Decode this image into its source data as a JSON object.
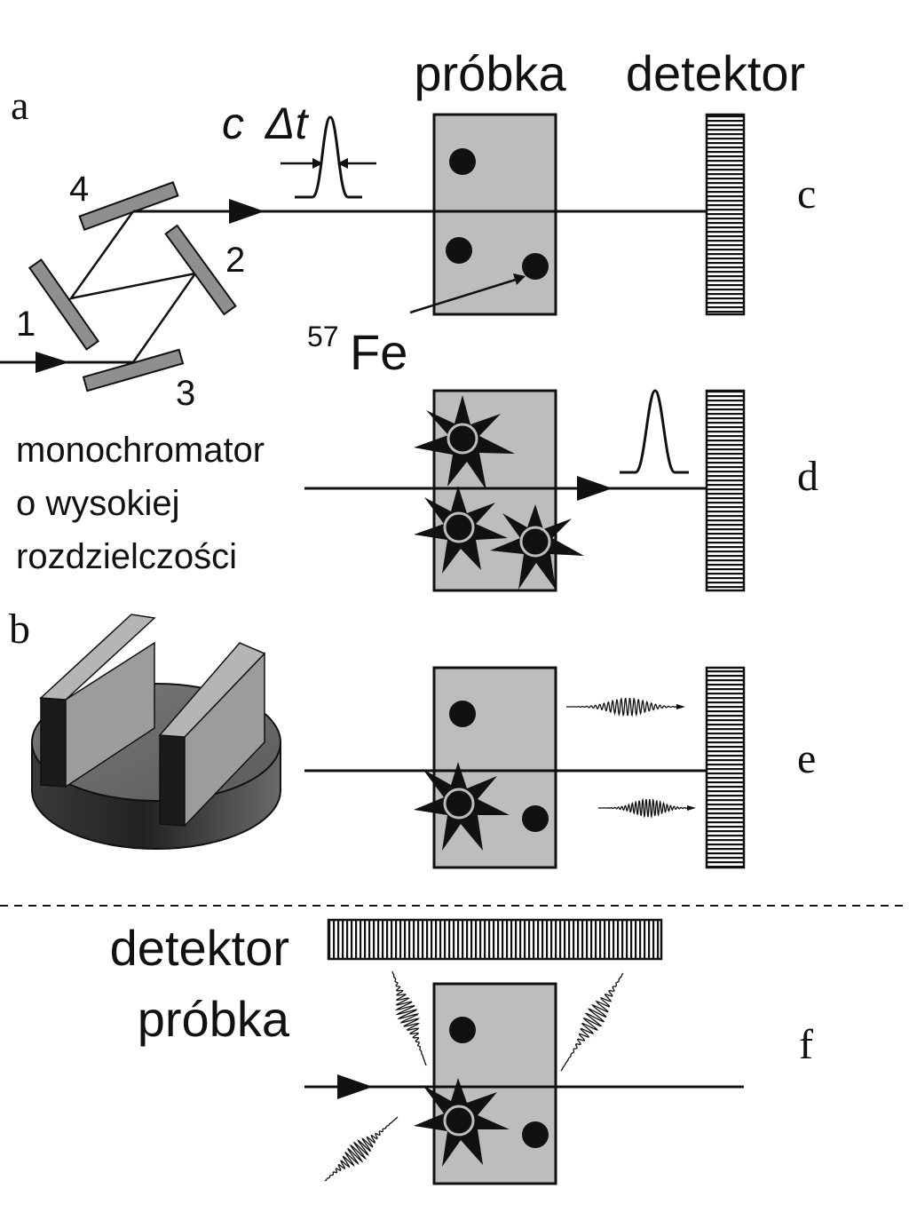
{
  "panels": {
    "a": "a",
    "b": "b",
    "c": "c",
    "d": "d",
    "e": "e",
    "f": "f"
  },
  "header": {
    "sample": "próbka",
    "detector": "detektor"
  },
  "pulse_width": {
    "c": "c",
    "delta_t": "Δt"
  },
  "mirrors": [
    "1",
    "2",
    "3",
    "4"
  ],
  "isotope": {
    "mass": "57",
    "element": "Fe"
  },
  "monochromator_lines": [
    "monochromator",
    "o wysokiej",
    "rozdzielczości"
  ],
  "panel_f": {
    "detector": "detektor",
    "sample": "próbka"
  },
  "colors": {
    "sample_fill": "#bdbdbd",
    "mirror_fill": "#8f8f8f",
    "ink": "#111111"
  }
}
